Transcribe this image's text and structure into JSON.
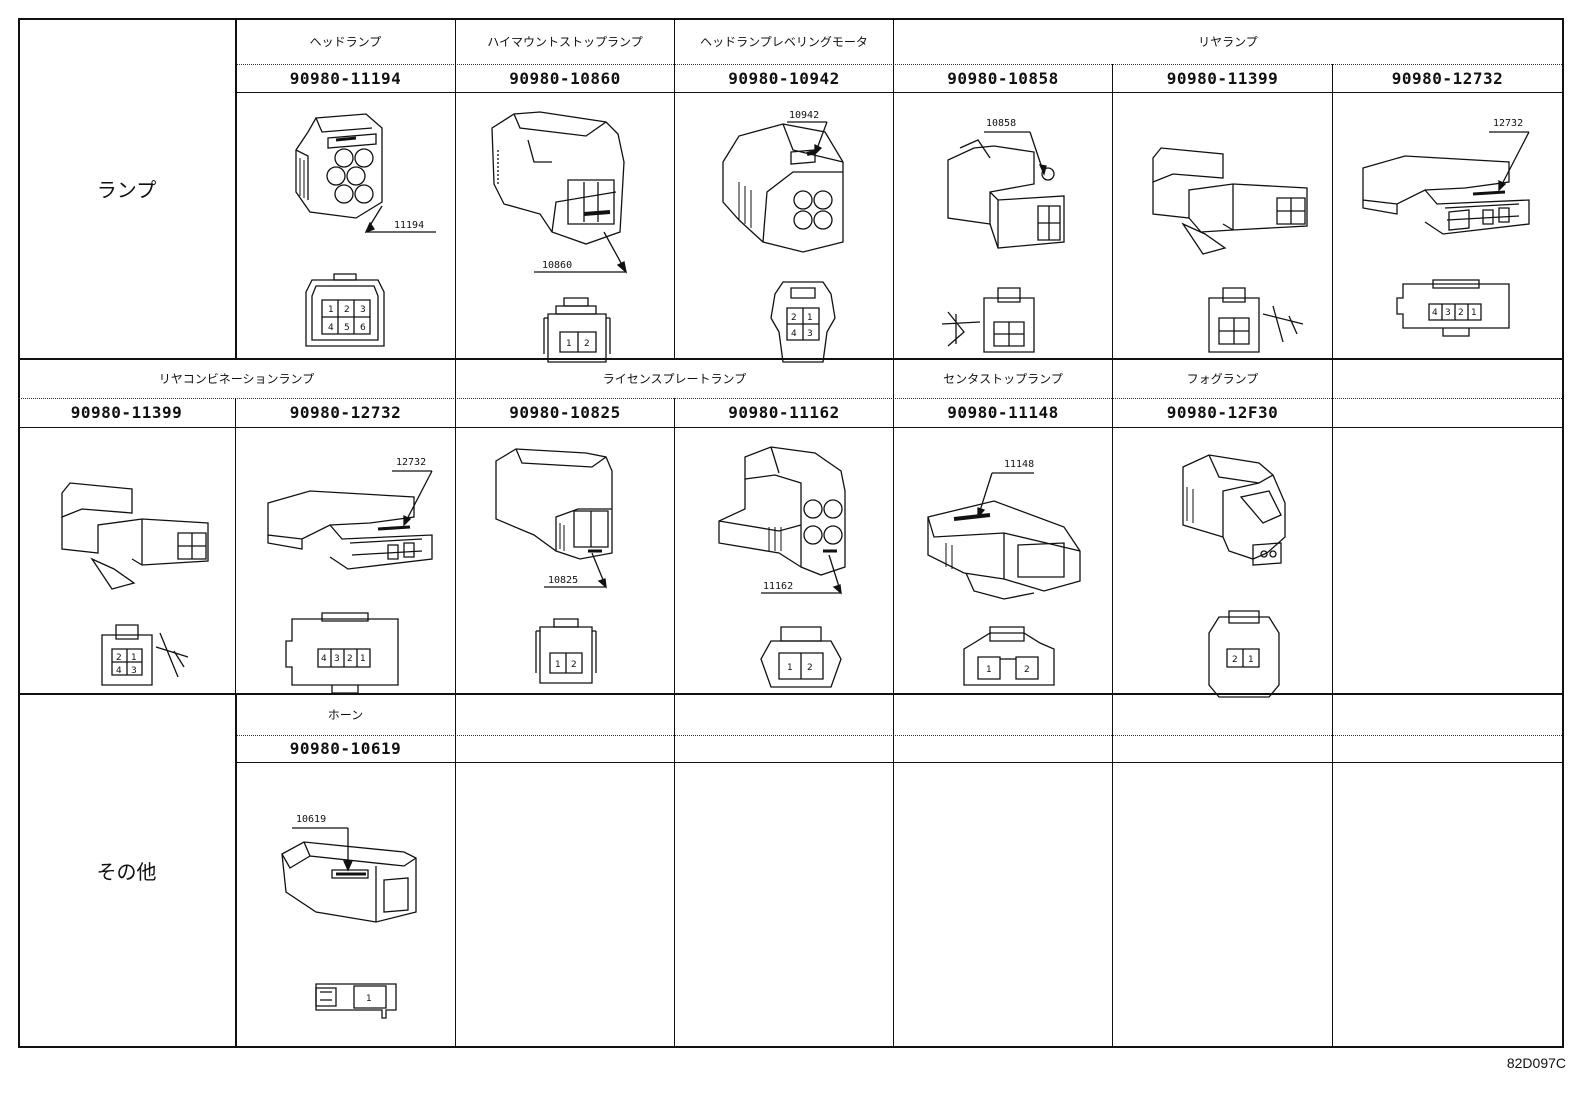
{
  "rows": [
    {
      "label": "ランプ"
    },
    {
      "label": ""
    },
    {
      "label": "その他"
    }
  ],
  "section1": {
    "categories": [
      "ヘッドランプ",
      "ハイマウントストップランプ",
      "ヘッドランプレベリングモータ",
      "リヤランプ"
    ],
    "parts": [
      {
        "pn": "90980-11194",
        "callout": "11194",
        "pins": [
          "1",
          "2",
          "3",
          "4",
          "5",
          "6"
        ]
      },
      {
        "pn": "90980-10860",
        "callout": "10860",
        "pins": [
          "1",
          "2"
        ]
      },
      {
        "pn": "90980-10942",
        "callout": "10942",
        "pins": [
          "1",
          "2",
          "3",
          "4"
        ]
      },
      {
        "pn": "90980-10858",
        "callout": "10858",
        "pins": []
      },
      {
        "pn": "90980-11399",
        "callout": "",
        "pins": []
      },
      {
        "pn": "90980-12732",
        "callout": "12732",
        "pins": [
          "4",
          "3",
          "2",
          "1"
        ]
      }
    ]
  },
  "section2": {
    "categories": [
      "リヤコンビネーションランプ",
      "ライセンスプレートランプ",
      "センタストップランプ",
      "フォグランプ"
    ],
    "parts": [
      {
        "pn": "90980-11399",
        "callout": "",
        "pins": [
          "2",
          "1",
          "4",
          "3"
        ]
      },
      {
        "pn": "90980-12732",
        "callout": "12732",
        "pins": [
          "4",
          "3",
          "2",
          "1"
        ]
      },
      {
        "pn": "90980-10825",
        "callout": "10825",
        "pins": [
          "1",
          "2"
        ]
      },
      {
        "pn": "90980-11162",
        "callout": "11162",
        "pins": [
          "1",
          "2"
        ]
      },
      {
        "pn": "90980-11148",
        "callout": "11148",
        "pins": [
          "1",
          "2"
        ]
      },
      {
        "pn": "90980-12F30",
        "callout": "",
        "pins": [
          "2",
          "1"
        ]
      }
    ]
  },
  "section3": {
    "categories": [
      "ホーン"
    ],
    "parts": [
      {
        "pn": "90980-10619",
        "callout": "10619",
        "pins": [
          "1"
        ]
      }
    ]
  },
  "figure_code": "82D097C"
}
